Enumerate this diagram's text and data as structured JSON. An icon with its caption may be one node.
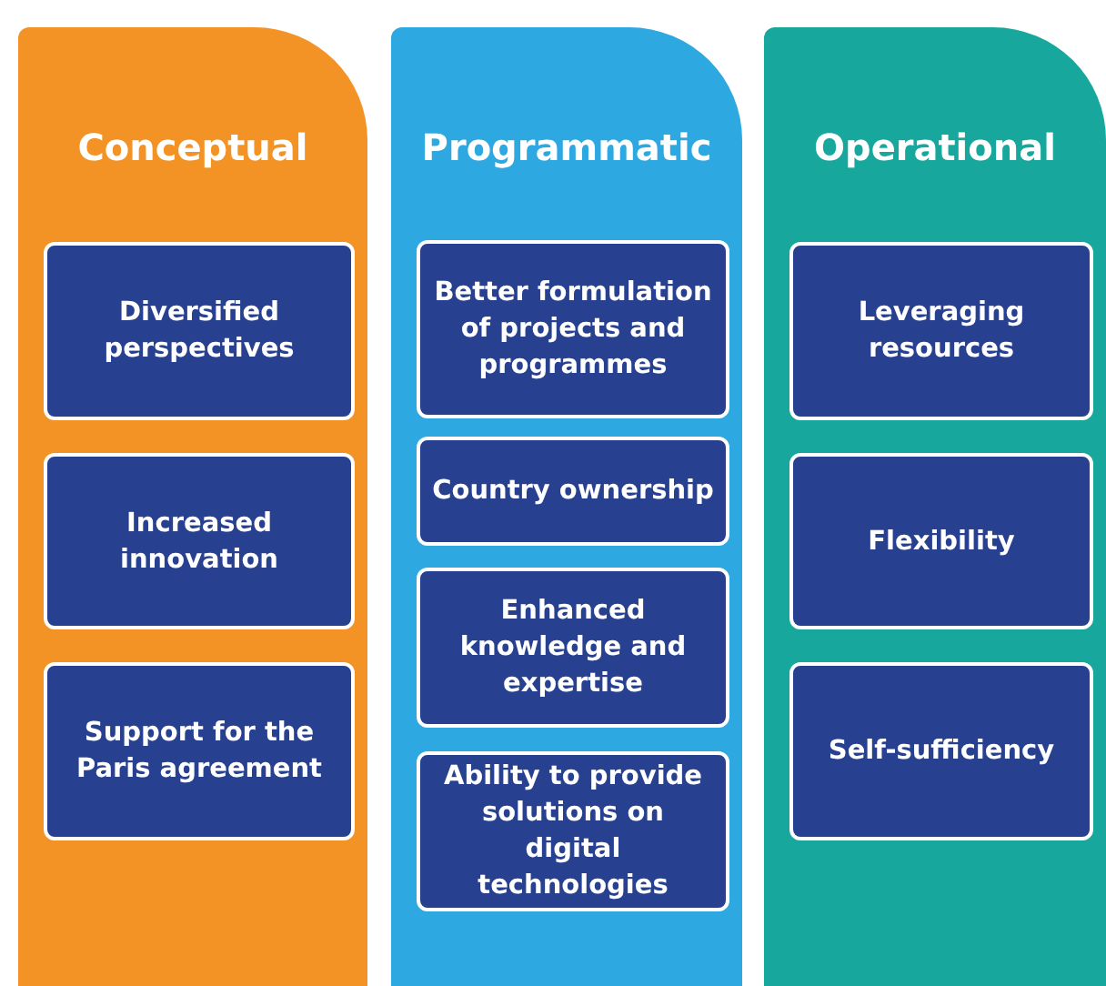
{
  "diagram": {
    "nodes": [
      {
        "text": [
          "Conceptual"
        ]
      },
      {
        "text": [
          "Diversified perspectives"
        ],
        "in": 0
      },
      {
        "text": [
          "Increased innovation"
        ],
        "in": 0
      },
      {
        "text": [
          "Support for the Paris agreement"
        ],
        "in": 0
      },
      {
        "text": [
          "Programmatic"
        ]
      },
      {
        "text": [
          "Better formulation of projects and programmes"
        ],
        "in": 4
      },
      {
        "text": [
          "Country ownership"
        ],
        "in": 4
      },
      {
        "text": [
          "Enhanced knowledge and expertise"
        ],
        "in": 4
      },
      {
        "text": [
          "Ability to provide solutions on digital technologies"
        ],
        "in": 4
      },
      {
        "text": [
          "Operational"
        ]
      },
      {
        "text": [
          "Leveraging resources"
        ],
        "in": 9
      },
      {
        "text": [
          "Flexibility"
        ],
        "in": 9
      },
      {
        "text": [
          "Self-sufficiency"
        ],
        "in": 9
      }
    ]
  }
}
